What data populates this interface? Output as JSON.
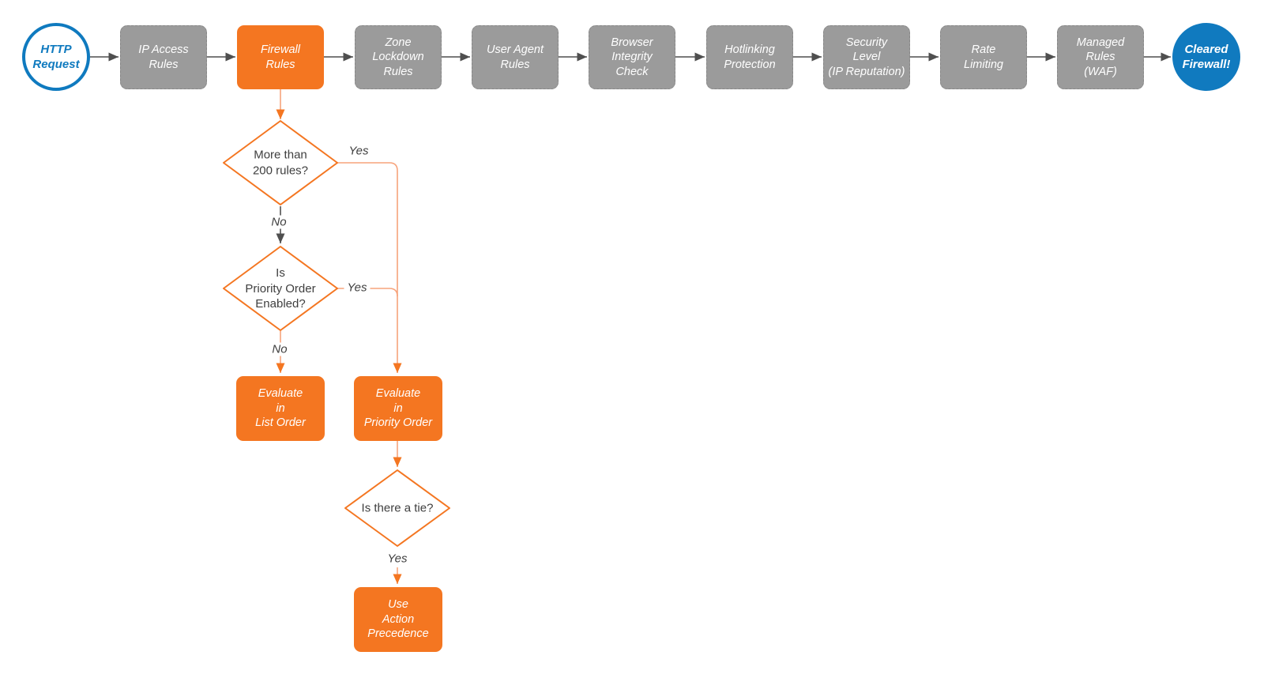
{
  "flowchart": {
    "pipeline": [
      {
        "id": "http-request",
        "label": "HTTP\nRequest",
        "shape": "circle",
        "variant": "blue-outline"
      },
      {
        "id": "ip-access-rules",
        "label": "IP Access\nRules",
        "shape": "rect",
        "variant": "gray"
      },
      {
        "id": "firewall-rules",
        "label": "Firewall\nRules",
        "shape": "rect",
        "variant": "orange"
      },
      {
        "id": "zone-lockdown-rules",
        "label": "Zone\nLockdown\nRules",
        "shape": "rect",
        "variant": "gray"
      },
      {
        "id": "user-agent-rules",
        "label": "User Agent\nRules",
        "shape": "rect",
        "variant": "gray"
      },
      {
        "id": "browser-integrity-check",
        "label": "Browser\nIntegrity\nCheck",
        "shape": "rect",
        "variant": "gray"
      },
      {
        "id": "hotlinking-protection",
        "label": "Hotlinking\nProtection",
        "shape": "rect",
        "variant": "gray"
      },
      {
        "id": "security-level",
        "label": "Security\nLevel\n(IP Reputation)",
        "shape": "rect",
        "variant": "gray"
      },
      {
        "id": "rate-limiting",
        "label": "Rate\nLimiting",
        "shape": "rect",
        "variant": "gray"
      },
      {
        "id": "managed-rules-waf",
        "label": "Managed\nRules\n(WAF)",
        "shape": "rect",
        "variant": "gray"
      },
      {
        "id": "cleared-firewall",
        "label": "Cleared\nFirewall!",
        "shape": "circle",
        "variant": "blue-filled"
      }
    ],
    "decisions": [
      {
        "id": "more-than-200-rules",
        "label": "More than\n200 rules?"
      },
      {
        "id": "priority-order-enabled",
        "label": "Is\nPriority Order\nEnabled?"
      },
      {
        "id": "is-there-a-tie",
        "label": "Is there a tie?"
      }
    ],
    "actions": [
      {
        "id": "evaluate-in-list-order",
        "label": "Evaluate\nin\nList Order"
      },
      {
        "id": "evaluate-in-priority-order",
        "label": "Evaluate\nin\nPriority Order"
      },
      {
        "id": "use-action-precedence",
        "label": "Use\nAction\nPrecedence"
      }
    ],
    "edge_labels": {
      "d1_yes": "Yes",
      "d1_no": "No",
      "d2_yes": "Yes",
      "d2_no": "No",
      "d3_yes": "Yes"
    },
    "edges": [
      {
        "from": "HTTP Request",
        "to": "IP Access Rules"
      },
      {
        "from": "IP Access Rules",
        "to": "Firewall Rules"
      },
      {
        "from": "Firewall Rules",
        "to": "Zone Lockdown Rules"
      },
      {
        "from": "Zone Lockdown Rules",
        "to": "User Agent Rules"
      },
      {
        "from": "User Agent Rules",
        "to": "Browser Integrity Check"
      },
      {
        "from": "Browser Integrity Check",
        "to": "Hotlinking Protection"
      },
      {
        "from": "Hotlinking Protection",
        "to": "Security Level (IP Reputation)"
      },
      {
        "from": "Security Level (IP Reputation)",
        "to": "Rate Limiting"
      },
      {
        "from": "Rate Limiting",
        "to": "Managed Rules (WAF)"
      },
      {
        "from": "Managed Rules (WAF)",
        "to": "Cleared Firewall!"
      },
      {
        "from": "Firewall Rules",
        "to": "More than 200 rules?"
      },
      {
        "from": "More than 200 rules?",
        "to": "Evaluate in Priority Order",
        "label": "Yes"
      },
      {
        "from": "More than 200 rules?",
        "to": "Is Priority Order Enabled?",
        "label": "No"
      },
      {
        "from": "Is Priority Order Enabled?",
        "to": "Evaluate in Priority Order",
        "label": "Yes"
      },
      {
        "from": "Is Priority Order Enabled?",
        "to": "Evaluate in List Order",
        "label": "No"
      },
      {
        "from": "Evaluate in Priority Order",
        "to": "Is there a tie?"
      },
      {
        "from": "Is there a tie?",
        "to": "Use Action Precedence",
        "label": "Yes"
      }
    ],
    "colors": {
      "orange": "#F47621",
      "connector_orange": "#F7A37B",
      "gray": "#9B9B9B",
      "blue": "#0F7ABF",
      "connector_dark": "#4F4F4F",
      "text_dark": "#3E3E3E"
    }
  }
}
